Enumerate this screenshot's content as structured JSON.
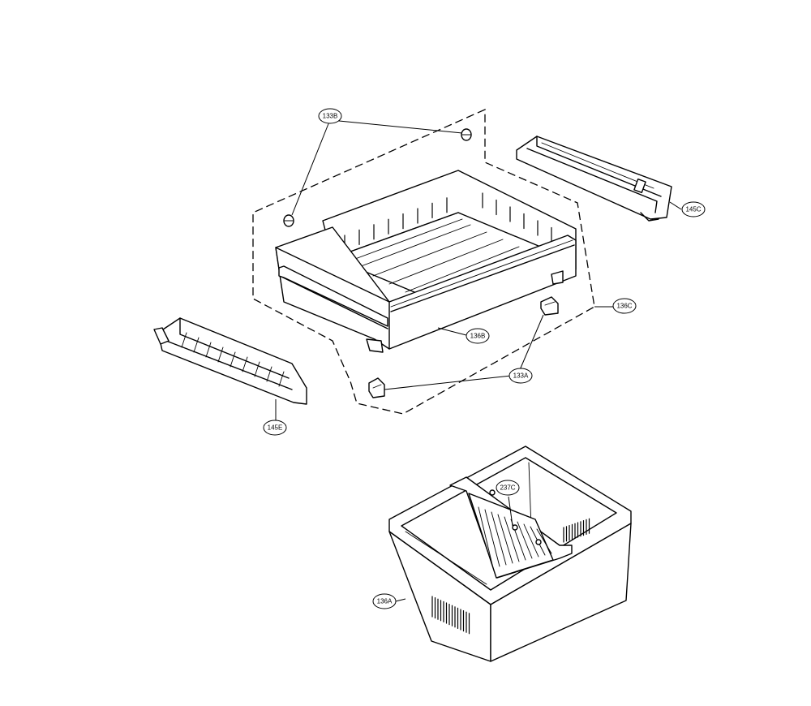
{
  "diagram": {
    "callouts": [
      {
        "id": "cap-133b",
        "text": "133B"
      },
      {
        "id": "rail-145c",
        "text": "145C"
      },
      {
        "id": "assembly-136c",
        "text": "136C"
      },
      {
        "id": "drawer-136b",
        "text": "136B"
      },
      {
        "id": "cap-133a",
        "text": "133A"
      },
      {
        "id": "rail-145e",
        "text": "145E"
      },
      {
        "id": "divider-237c",
        "text": "237C"
      },
      {
        "id": "bin-136a",
        "text": "136A"
      }
    ]
  }
}
